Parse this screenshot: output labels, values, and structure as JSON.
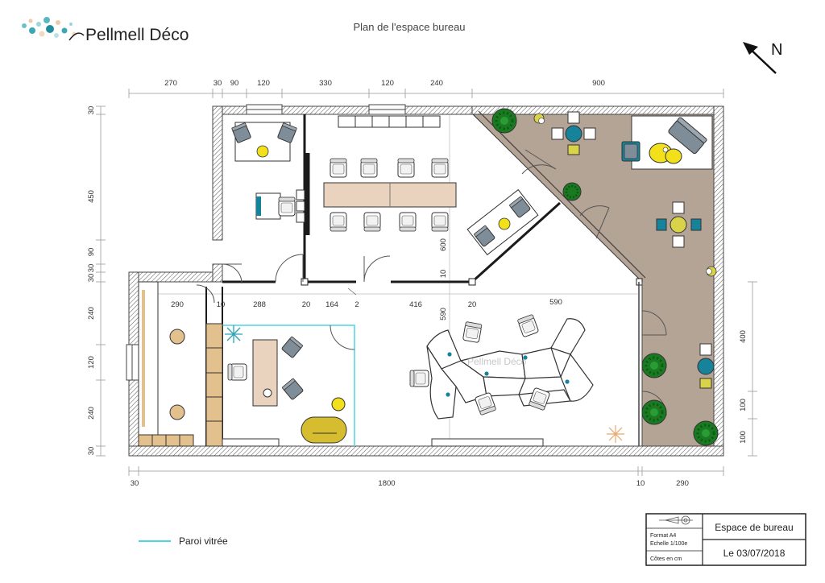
{
  "header": {
    "brand": "Pellmell Déco",
    "title": "Plan de l'espace bureau",
    "north": "N"
  },
  "dimensions": {
    "top": [
      "270",
      "30",
      "90",
      "120",
      "330",
      "120",
      "240",
      "900"
    ],
    "bottom": [
      "30",
      "1800",
      "10",
      "290"
    ],
    "left": [
      "30",
      "450",
      "90",
      "30",
      "30",
      "240",
      "120",
      "240",
      "30"
    ],
    "right": [
      "400",
      "100",
      "100"
    ],
    "interior_row": [
      "290",
      "10",
      "288",
      "20",
      "164",
      "2",
      "416",
      "20",
      "590"
    ],
    "interior_vertical": [
      "600",
      "10",
      "590"
    ]
  },
  "watermark": "Pellmell Déco",
  "legend": {
    "label": "Paroi vitrée",
    "color": "#4fd3e6"
  },
  "title_block": {
    "name": "Espace de bureau",
    "date": "Le 03/07/2018",
    "format": "Format A4",
    "scale": "Echelle 1/100e",
    "units": "Côtes en cm"
  },
  "colors": {
    "lounge_floor": "#b4a496",
    "wood": "#e9d3bf",
    "shelf": "#e3c18e",
    "chair": "#7f8d99",
    "yellow": "#f2e11a",
    "teal": "#17839b",
    "plant": "#1a7a22",
    "glass": "#4fd3e6"
  },
  "icons": [
    "north-arrow-icon",
    "plant-icon",
    "chair-icon",
    "sofa-icon",
    "sun-lamp-icon",
    "logo-dots-icon"
  ]
}
